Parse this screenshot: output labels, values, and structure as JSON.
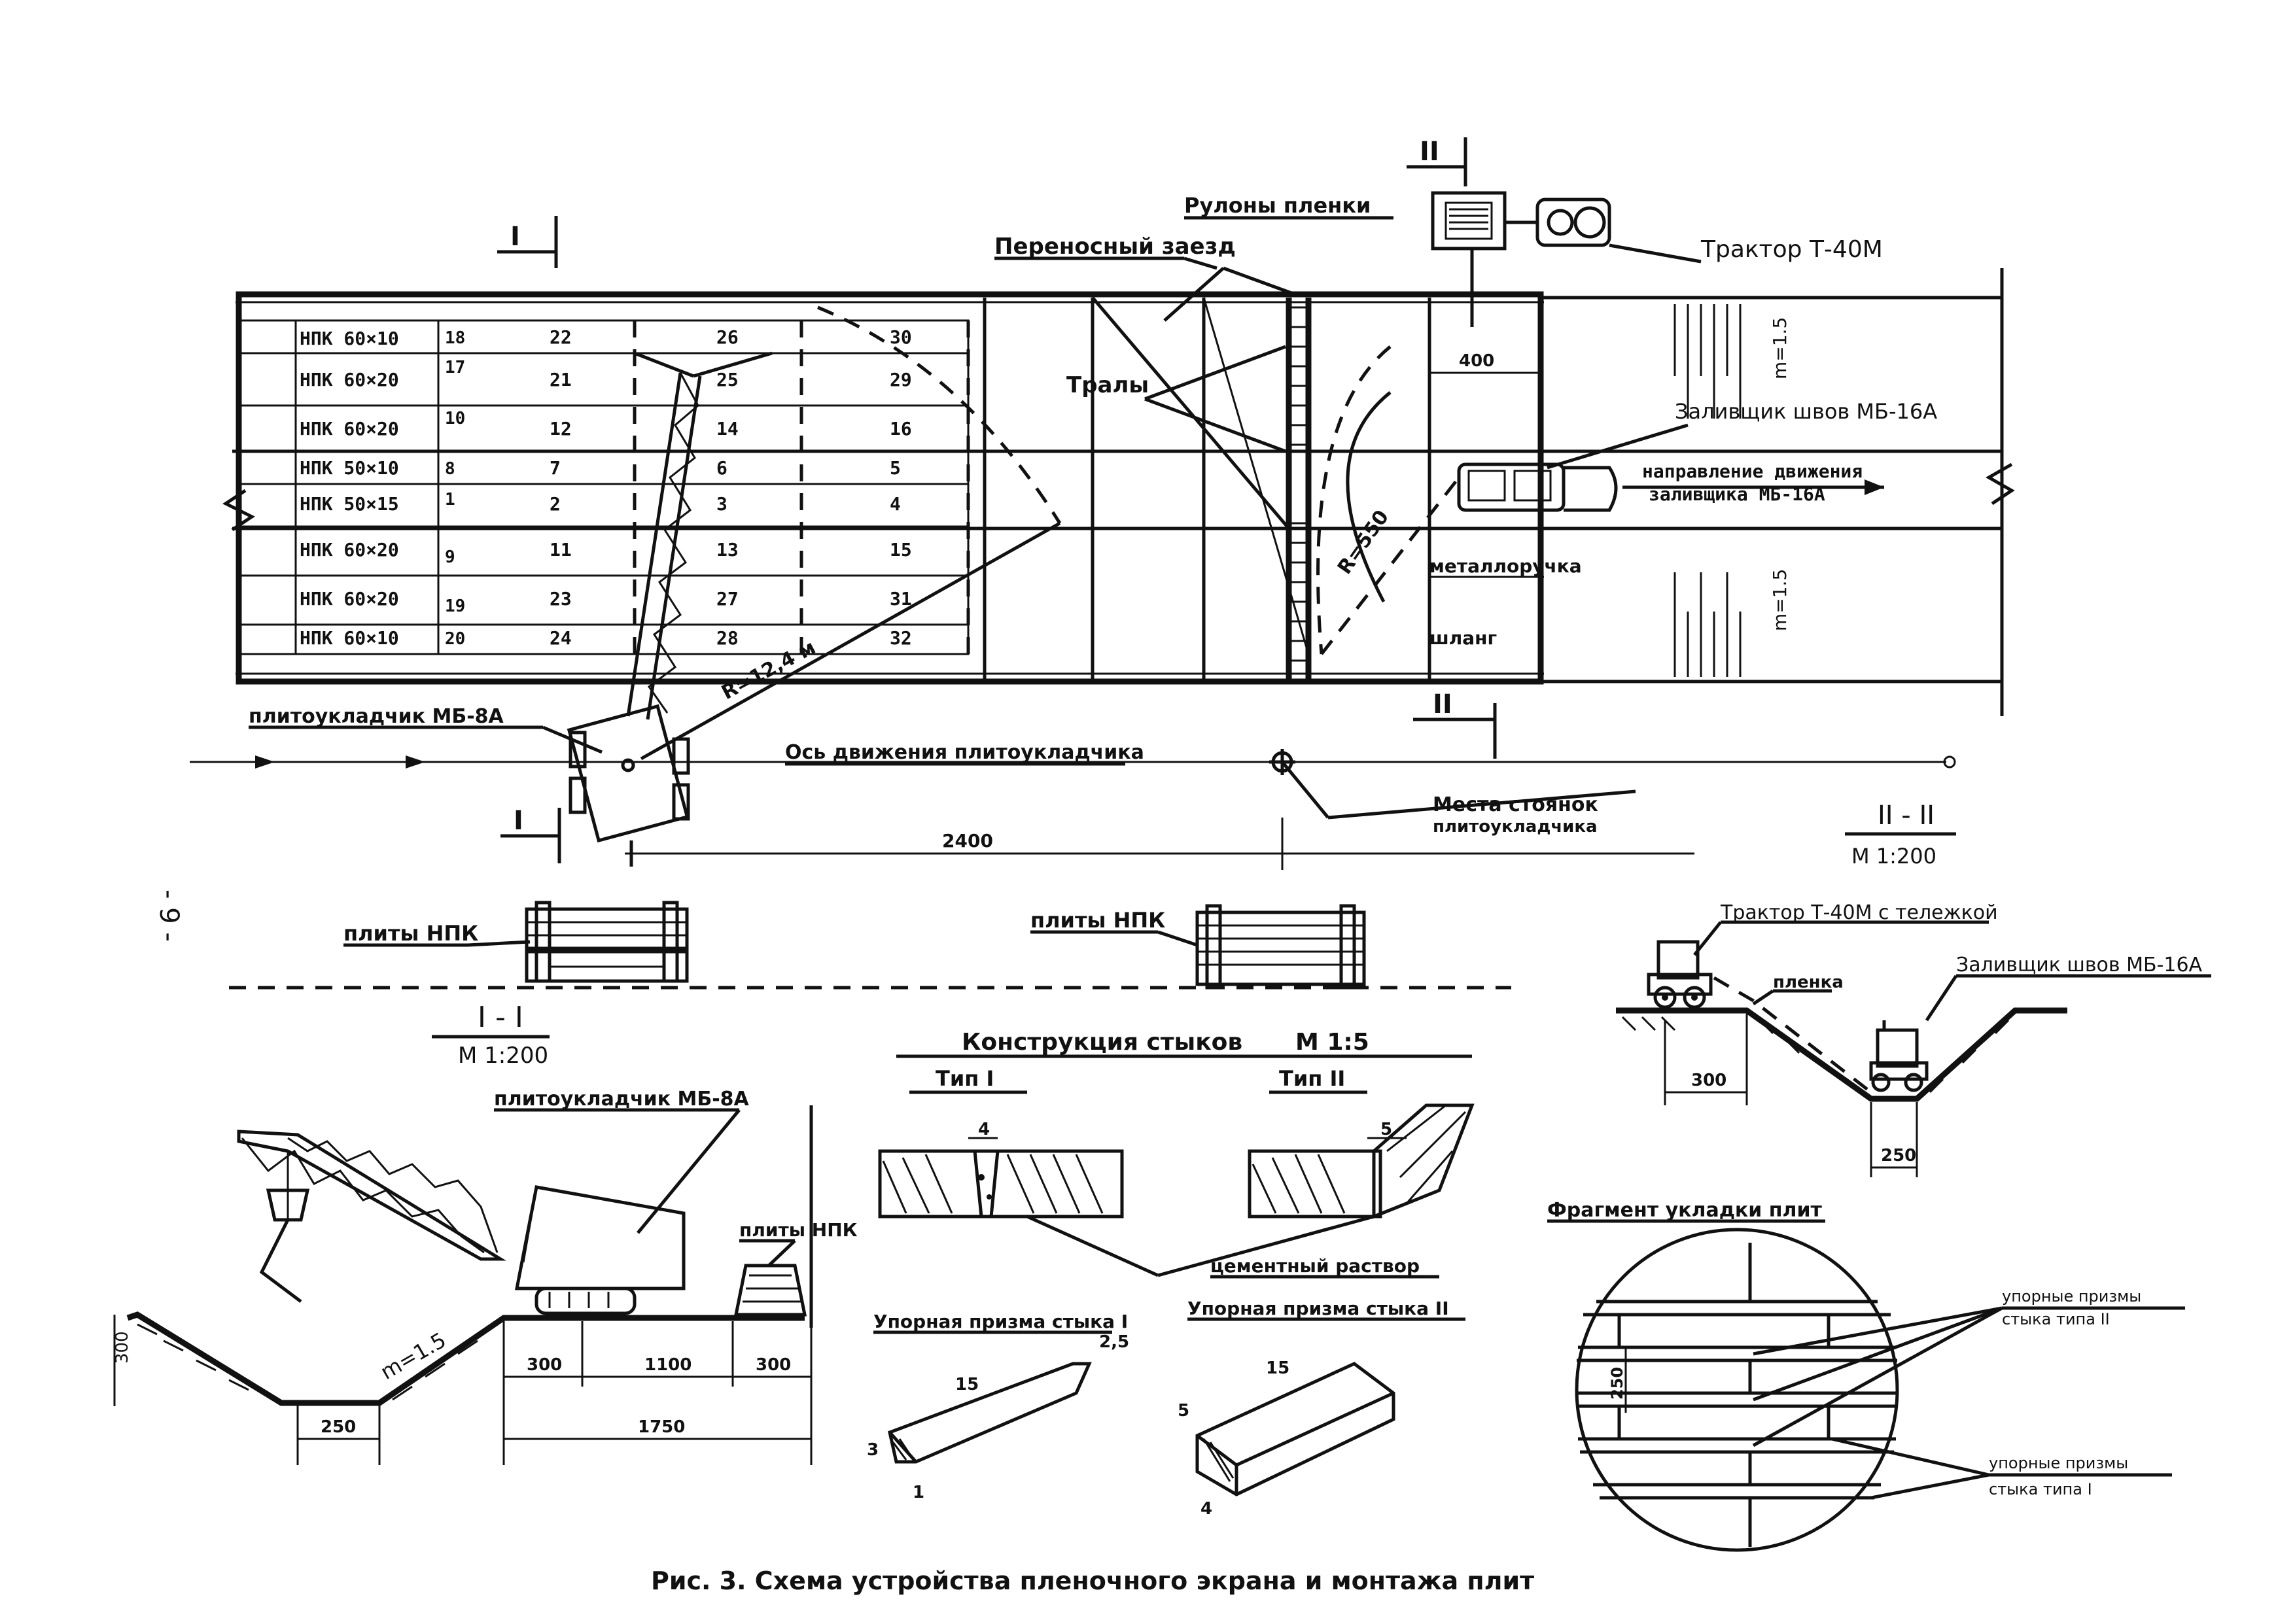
{
  "plan": {
    "section_mark_1": "I",
    "section_mark_2": "II",
    "film_rolls_label": "Рулоны пленки",
    "crossing_label": "Переносный заезд",
    "tractor_label": "Трактор Т-40М",
    "trolls_label": "Тралы",
    "dim_400": "400",
    "slope_top": "m=1.5",
    "slope_bottom": "m=1.5",
    "joint_filler_label": "Заливщик швов МБ-16А",
    "direction_label_1": "направление движения",
    "direction_label_2": "заливщика МБ-16А",
    "radius_550": "R=550",
    "metal_handrail_label": "металлоручка",
    "ladder_label": "шланг",
    "radius_crane": "R=12,4 м",
    "layer_label": "плитоукладчик МБ-8А",
    "axis_label": "Ось движения плитоукладчика",
    "parking_label_1": "Места стоянок",
    "parking_label_2": "плитоукладчика",
    "dim_2400": "2400",
    "plate_rows": [
      {
        "type": "НПК 60×10",
        "n": "18",
        "c1": "22",
        "c2": "26",
        "c3": "30"
      },
      {
        "type": "НПК 60×20",
        "n": "17",
        "c1": "21",
        "c2": "25",
        "c3": "29"
      },
      {
        "type": "НПК 60×20",
        "n": "10",
        "c1": "12",
        "c2": "14",
        "c3": "16"
      },
      {
        "type": "НПК 50×10",
        "n": "8",
        "c1": "7",
        "c2": "6",
        "c3": "5"
      },
      {
        "type": "НПК 50×15",
        "n": "1",
        "c1": "2",
        "c2": "3",
        "c3": "4"
      },
      {
        "type": "НПК 60×20",
        "n": "9",
        "c1": "11",
        "c2": "13",
        "c3": "15"
      },
      {
        "type": "НПК 60×20",
        "n": "19",
        "c1": "23",
        "c2": "27",
        "c3": "31"
      },
      {
        "type": "НПК 60×10",
        "n": "20",
        "c1": "24",
        "c2": "28",
        "c3": "32"
      }
    ]
  },
  "page_number": "- 9 -",
  "stacks": {
    "label_1": "плиты НПК",
    "label_2": "плиты НПК"
  },
  "section_2": {
    "title": "II - II",
    "scale": "М 1:200",
    "tractor_label": "Трактор Т-40М с тележкой",
    "film_label": "пленка",
    "filler_label": "Заливщик швов МБ-16А",
    "dim_300": "300",
    "dim_250": "250"
  },
  "section_1": {
    "title": "I - I",
    "scale": "М 1:200",
    "layer_label": "плитоукладчик МБ-8А",
    "plates_label": "плиты НПК",
    "slope": "m=1.5",
    "dim_300_left": "300",
    "dim_250": "250",
    "dim_300": "300",
    "dim_1100": "1100",
    "dim_300_right": "300",
    "dim_1750": "1750"
  },
  "joints": {
    "title": "Конструкция стыков",
    "scale": "М 1:5",
    "type_1": "Тип I",
    "type_2": "Тип II",
    "dim_4": "4",
    "dim_5": "5",
    "mortar_label": "цементный раствор",
    "prism_1_label": "Упорная призма стыка I",
    "prism_2_label": "Упорная призма стыка II",
    "prism_1_len": "15",
    "prism_1_w": "2,5",
    "prism_1_h": "3",
    "prism_1_b": "1",
    "prism_2_len": "15",
    "prism_2_h": "5",
    "prism_2_b": "4"
  },
  "fragment": {
    "title": "Фрагмент укладки плит",
    "label_type2_1": "упорные призмы",
    "label_type2_2": "стыка типа II",
    "label_type1_1": "упорные призмы",
    "label_type1_2": "стыка типа I",
    "dim_250": "250"
  },
  "caption": "Рис. 3. Схема устройства пленочного экрана и монтажа плит"
}
